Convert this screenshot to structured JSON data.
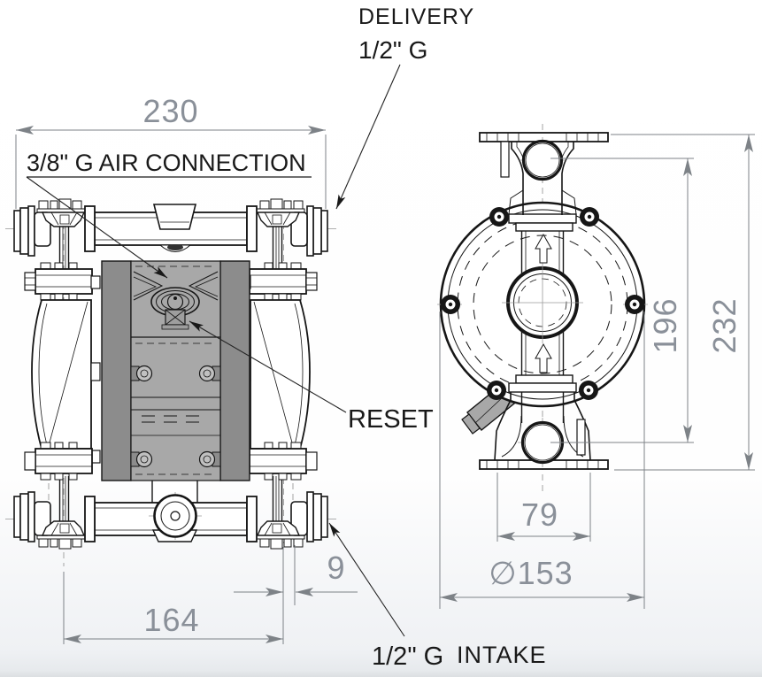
{
  "labels": {
    "delivery_title": "DELIVERY",
    "delivery_size": "1/2\" G",
    "air_connection": "3/8\" G  AIR CONNECTION",
    "reset": "RESET",
    "intake_size": "1/2\" G",
    "intake_title": "INTAKE"
  },
  "dimensions": {
    "overall_width_mm": "230",
    "foot_spacing_mm": "164",
    "intake_offset_mm": "9",
    "port_height_mm": "196",
    "overall_height_mm": "232",
    "flange_width_mm": "79",
    "body_diameter_mm": "∅153"
  },
  "colors": {
    "line_black": "#161616",
    "dimension_gray": "#7d8287",
    "dimension_text": "#8a9099",
    "body_gray_light": "#a8a8a8",
    "body_gray_dark": "#8c8c8c",
    "background": "#ffffff"
  }
}
